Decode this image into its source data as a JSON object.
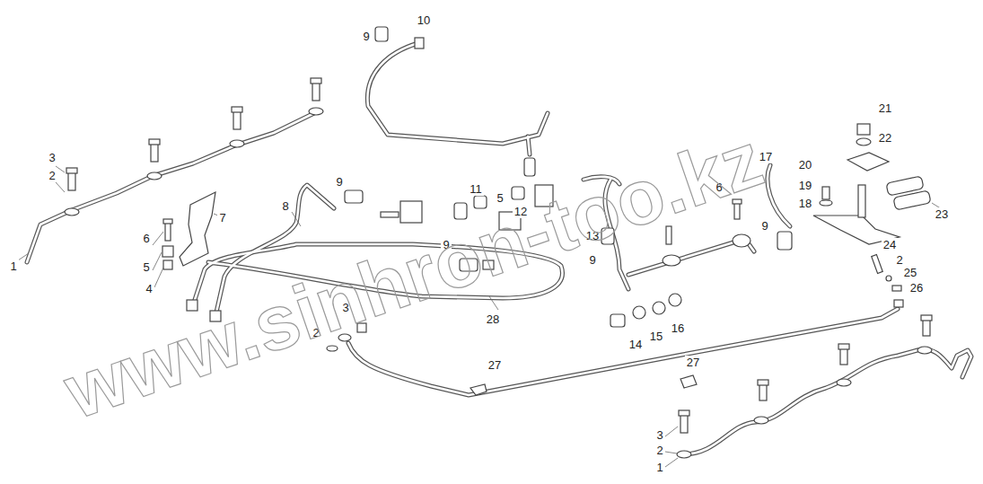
{
  "diagram": {
    "labels": [
      "9",
      "10",
      "21",
      "22",
      "3",
      "2",
      "17",
      "20",
      "19",
      "18",
      "11",
      "5",
      "6",
      "12",
      "9",
      "8",
      "7",
      "6",
      "5",
      "4",
      "1",
      "23",
      "13",
      "9",
      "9",
      "9",
      "24",
      "2",
      "25",
      "26",
      "3",
      "2",
      "28",
      "14",
      "15",
      "16",
      "27",
      "27",
      "3",
      "2",
      "1",
      "www.sinhron-too.kz"
    ]
  }
}
